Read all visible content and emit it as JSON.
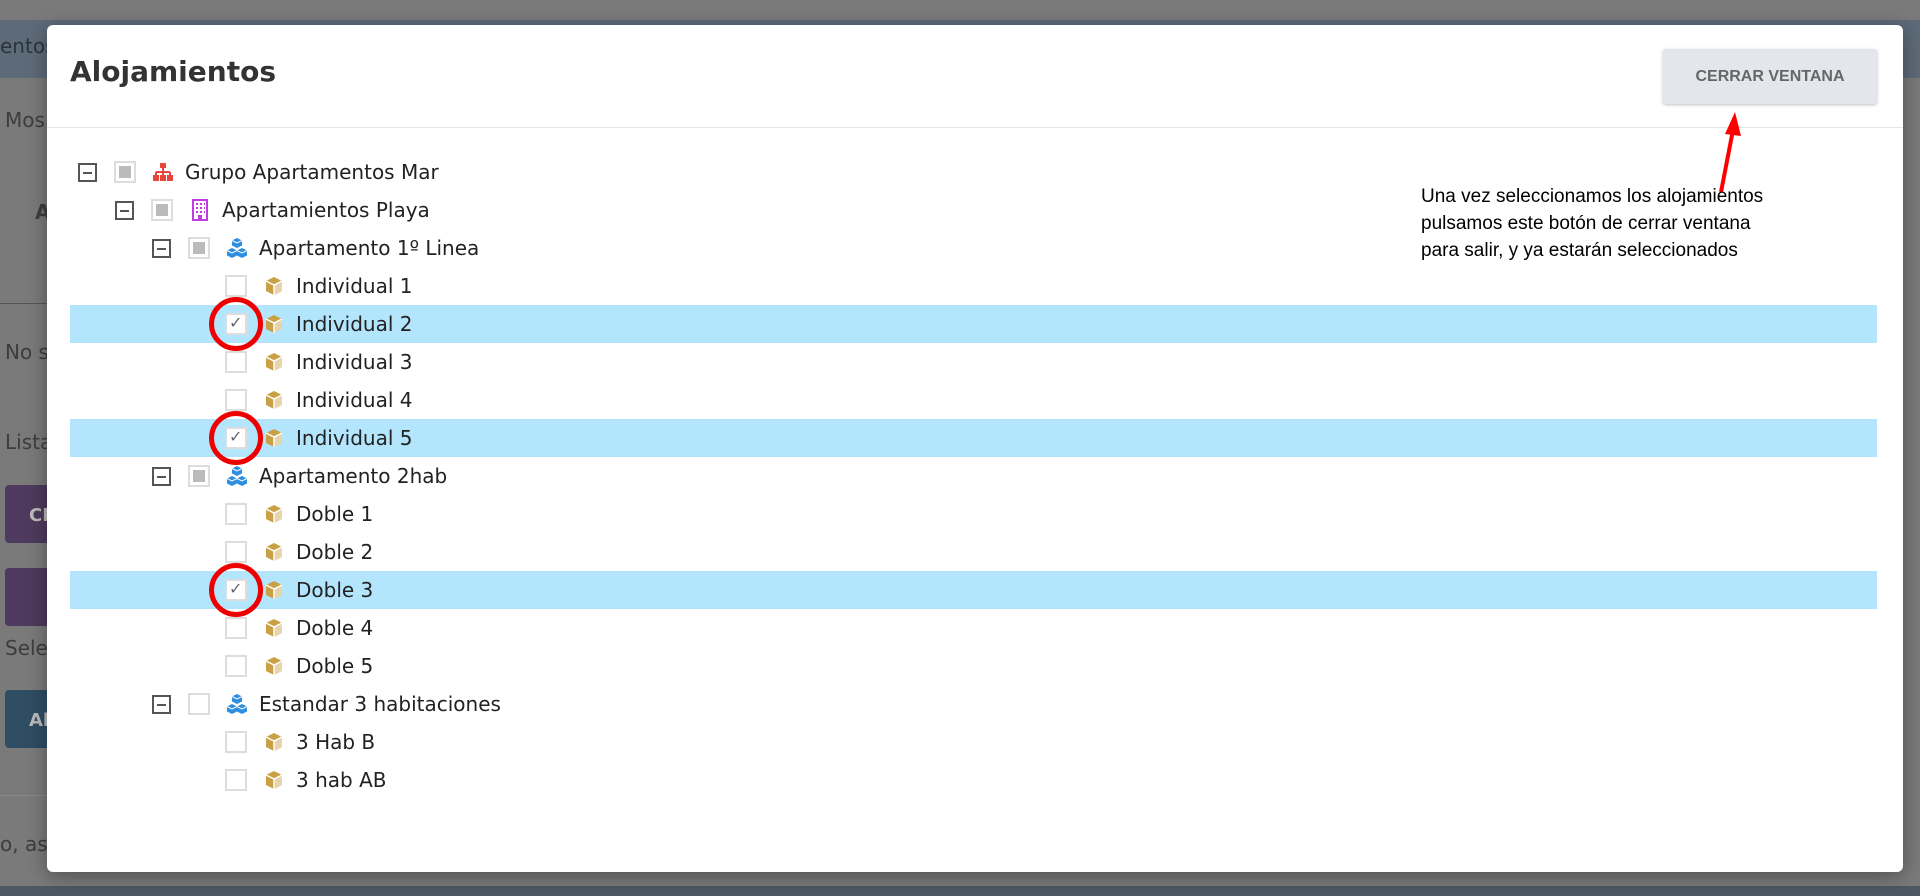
{
  "background": {
    "fragments": [
      "entos",
      "Mos",
      "A",
      "No s",
      "Lista",
      "CI",
      "Sele",
      "Al",
      "o, as"
    ]
  },
  "modal": {
    "title": "Alojamientos",
    "close_button": "CERRAR VENTANA",
    "annotation": [
      "Una vez seleccionamos los alojamientos",
      "pulsamos este botón de cerrar ventana",
      "para salir, y ya estarán seleccionados"
    ]
  },
  "tree": [
    {
      "label": "Grupo Apartamentos Mar",
      "level": 0,
      "icon": "sitemap-icon",
      "state": "partial",
      "expander": true
    },
    {
      "label": "Apartamientos Playa",
      "level": 1,
      "icon": "building-icon",
      "state": "partial",
      "expander": true
    },
    {
      "label": "Apartamento 1º Linea",
      "level": 2,
      "icon": "cubes-icon",
      "state": "partial",
      "expander": true
    },
    {
      "label": "Individual 1",
      "level": 3,
      "icon": "cube-icon",
      "state": "unchecked"
    },
    {
      "label": "Individual 2",
      "level": 3,
      "icon": "cube-icon",
      "state": "checked"
    },
    {
      "label": "Individual 3",
      "level": 3,
      "icon": "cube-icon",
      "state": "unchecked"
    },
    {
      "label": "Individual 4",
      "level": 3,
      "icon": "cube-icon",
      "state": "unchecked"
    },
    {
      "label": "Individual 5",
      "level": 3,
      "icon": "cube-icon",
      "state": "checked"
    },
    {
      "label": "Apartamento 2hab",
      "level": 2,
      "icon": "cubes-icon",
      "state": "partial",
      "expander": true
    },
    {
      "label": "Doble 1",
      "level": 3,
      "icon": "cube-icon",
      "state": "unchecked"
    },
    {
      "label": "Doble 2",
      "level": 3,
      "icon": "cube-icon",
      "state": "unchecked"
    },
    {
      "label": "Doble 3",
      "level": 3,
      "icon": "cube-icon",
      "state": "checked"
    },
    {
      "label": "Doble 4",
      "level": 3,
      "icon": "cube-icon",
      "state": "unchecked"
    },
    {
      "label": "Doble 5",
      "level": 3,
      "icon": "cube-icon",
      "state": "unchecked"
    },
    {
      "label": "Estandar 3 habitaciones",
      "level": 2,
      "icon": "cubes-icon",
      "state": "unchecked",
      "expander": true
    },
    {
      "label": "3 Hab B",
      "level": 3,
      "icon": "cube-icon",
      "state": "unchecked"
    },
    {
      "label": "3 hab AB",
      "level": 3,
      "icon": "cube-icon",
      "state": "unchecked"
    }
  ],
  "colors": {
    "selected_row": "#b3e5fc",
    "highlight_circle": "#e00000",
    "sitemap": "#e8453c",
    "building": "#c03ce0",
    "cubes": "#2e8fe0",
    "cube": "#c9a046"
  }
}
